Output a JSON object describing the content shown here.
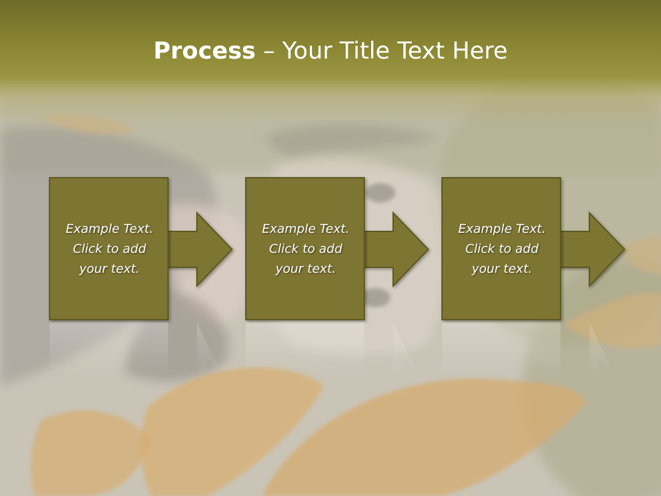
{
  "slide": {
    "title_bold": "Process",
    "title_rest": " – Your Title Text Here",
    "steps": [
      {
        "line1": "Example Text.",
        "line2": "Click  to add",
        "line3": "your text."
      },
      {
        "line1": "Example Text.",
        "line2": "Click  to add",
        "line3": "your text."
      },
      {
        "line1": "Example Text.",
        "line2": "Click  to add",
        "line3": "your text."
      }
    ]
  },
  "colors": {
    "title_band": "#85812f",
    "box_fill": "#7d7530",
    "box_border": "#5d5a22",
    "text": "#ffffff"
  },
  "icons": [
    "arrow-right-icon"
  ]
}
